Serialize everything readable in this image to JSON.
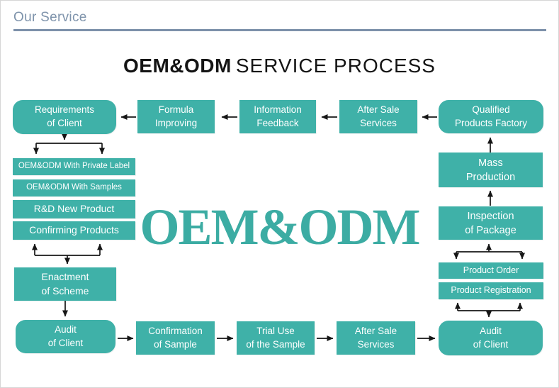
{
  "header": {
    "title": "Our Service"
  },
  "diagram": {
    "title_brand": "OEM&ODM",
    "title_rest": "SERVICE PROCESS",
    "watermark": "OEM&ODM",
    "colors": {
      "box_teal": "#3fb1a8",
      "watermark_teal": "#3caca3",
      "header_blue_gray": "#7e93ab",
      "arrow_black": "#161616"
    },
    "nodes": {
      "requirements_of_client": "Requirements\nof Client",
      "formula_improving": "Formula\nImproving",
      "information_feedback": "Information\nFeedback",
      "after_sale_services_top": "After Sale\nServices",
      "qualified_products_factory": "Qualified\nProducts Factory",
      "oem_private_label": "OEM&ODM With Private Label",
      "oem_with_samples": "OEM&ODM With Samples",
      "rd_new_product": "R&D New Product",
      "confirming_products": "Confirming Products",
      "enactment_of_scheme": "Enactment\nof Scheme",
      "audit_of_client_left": "Audit\nof Client",
      "confirmation_of_sample": "Confirmation\nof Sample",
      "trial_use_of_sample": "Trial Use\nof the Sample",
      "after_sale_services_bottom": "After Sale\nServices",
      "audit_of_client_right": "Audit\nof Client",
      "mass_production": "Mass\nProduction",
      "inspection_of_package": "Inspection\nof Package",
      "product_order": "Product Order",
      "product_registration": "Product Registration"
    }
  }
}
